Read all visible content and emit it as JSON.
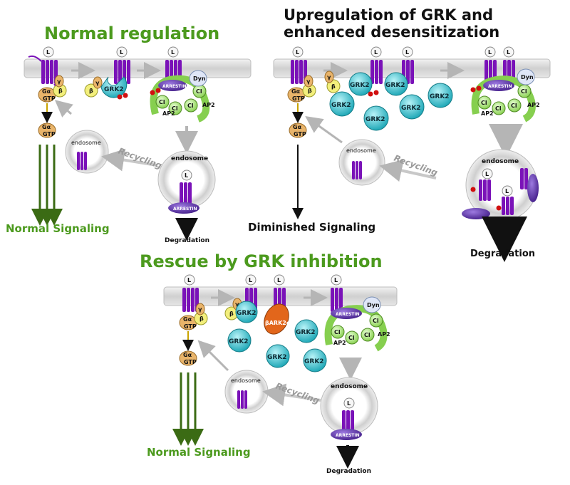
{
  "titles": {
    "normal": "Normal regulation",
    "upregulation_line1": "Upregulation of GRK and",
    "upregulation_line2": "enhanced desensitization",
    "rescue": "Rescue by GRK inhibition"
  },
  "outputs": {
    "normal_signaling": "Normal Signaling",
    "diminished_signaling": "Diminished Signaling",
    "degradation": "Degradation"
  },
  "labels": {
    "ligand": "L",
    "g_alpha": "Gα",
    "gtp": "GTP",
    "beta": "β",
    "gamma": "γ",
    "grk2": "GRK2",
    "endosome": "endosome",
    "recycling": "Recycling",
    "dyn": "Dyn",
    "cl": "Cl",
    "ap2": "AP2",
    "arrestin": "ARRESTIN",
    "bark2ct": "βARK2ct"
  },
  "colors": {
    "title_green": "#4c9a1e",
    "receptor_purple": "#7a12b8",
    "grk_cyan": "#3ec8d6",
    "clathrin_green": "#b9ec8a",
    "g_alpha_orange": "#e9b46a",
    "beta_yellow": "#f3ef7c",
    "bark_orange": "#e2661b",
    "membrane_gray": "#d9d9d9"
  }
}
